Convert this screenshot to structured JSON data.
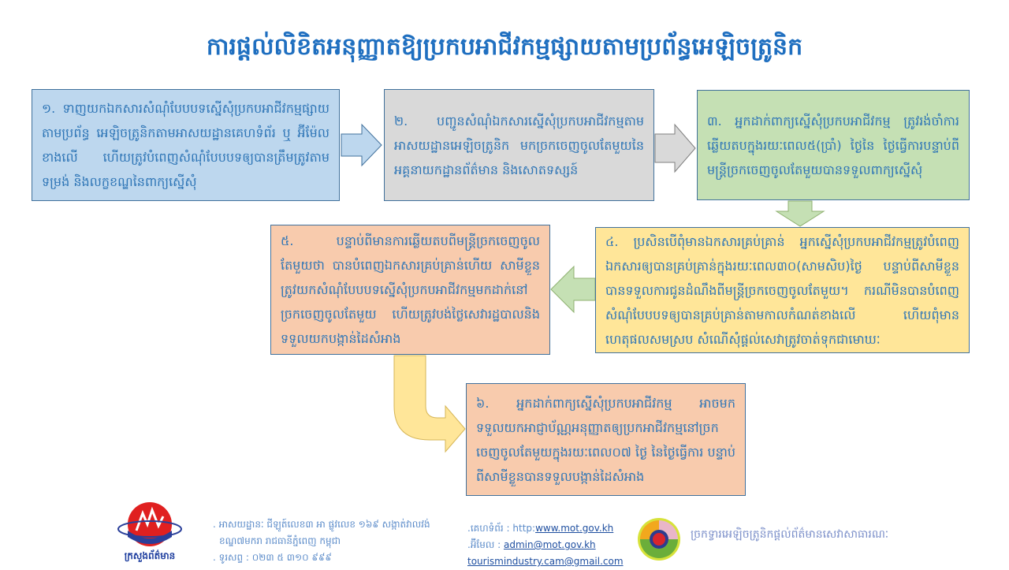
{
  "title": "ការផ្តល់លិខិតអនុញ្ញាតឱ្យប្រកបអាជីវកម្មផ្សាយតាមប្រព័ន្ធអេឡិចត្រូនិក",
  "steps": [
    {
      "text": "១.     ទាញយកឯកសារសំណុំបែបបទស្នើសុំប្រកបអាជីវកម្មផ្សាយតាមប្រព័ន្ធ អេឡិចត្រូនិកតាមអាសយដ្ឋានគេហទំព័រ ឬ អ៊ីម៉ែលខាងលើ   ហើយត្រូវបំពេញសំណុំបែបបទឲ្យបានត្រឹមត្រូវតាមទម្រង់ និងលក្ខខណ្ឌនៃពាក្យស្នើសុំ",
      "color": "#bdd7ee"
    },
    {
      "text": "២.     បញ្ជូនសំណុំឯកសារស្នើសុំប្រកបអាជីវកម្មតាមអាសយដ្ឋានអេឡិចត្រូនិក   មកច្រកចេញចូលតែមួយនៃអគ្គនាយកដ្ឋានព័ត៌មាន និងសោតទស្សន៍",
      "color": "#d9d9d9"
    },
    {
      "text": "៣.  អ្នកដាក់ពាក្យស្នើសុំប្រកបអាជីវកម្ម ត្រូវរង់ចាំការឆ្លើយតបក្នុងរយៈពេល៥(ប្រាំ) ថ្ងៃនៃ ថ្ងៃធ្វើការបន្ទាប់ពីមន្ត្រីច្រកចេញចូលតែមួយបានទទួលពាក្យស្នើសុំ",
      "color": "#c5e0b4"
    },
    {
      "text": "៤.  ប្រសិនបើពុំមានឯកសារគ្រប់គ្រាន់ អ្នកស្នើសុំប្រកបអាជីវកម្មត្រូវបំពេញឯកសារឲ្យបានគ្រប់គ្រាន់ក្នុងរយៈពេល៣០(សាមសិប)ថ្ងៃ   បន្ទាប់ពីសាមីខ្លួនបានទទួលការជូនដំណឹងពីមន្ត្រីច្រកចេញចូលតែមួយ។  ករណីមិនបានបំពេញសំណុំបែបបទឲ្យបានគ្រប់គ្រាន់តាមកាលកំណត់ខាងលើ   ហើយពុំមានហេតុផលសមស្រប សំណើសុំផ្តល់សេវាត្រូវចាត់ទុកជាមោឃៈ",
      "color": "#ffe699"
    },
    {
      "text": "៥.     បន្ទាប់ពីមានការឆ្លើយតបពីមន្ត្រីច្រកចេញចូលតែមួយថា  បានបំពេញឯកសារគ្រប់គ្រាន់ហើយ សាមីខ្លួនត្រូវយកសំណុំបែបបទស្នើសុំប្រកបអាជីវកម្មមកដាក់នៅច្រកចេញចូលតែមួយ  ហើយត្រូវបង់ថ្លៃសេវារដ្ឋបាលនិងទទួលយកបង្កាន់ដៃសំអាង",
      "color": "#f8cbad"
    },
    {
      "text": "៦.  អ្នកដាក់ពាក្យស្នើសុំប្រកបអាជីវកម្ម អាចមកទទួលយកអាជ្ញាប័ណ្ណអនុញ្ញាតឲ្យប្រកអាជីវកម្មនៅច្រកចេញចូលតែមួយក្នុងរយៈពេល០៧ ថ្ងៃ នៃថ្ងៃធ្វើការ  បន្ទាប់ពីសាមីខ្លួនបានទទួលបង្កាន់ដៃសំអាង",
      "color": "#f8cbad"
    }
  ],
  "footer": {
    "logo_text": "ក្រសួងព័ត៌មាន",
    "address_line1": ". អាសយដ្ឋានៈ ជីឡូត៍លេខ៣ អា ផ្លូវលេខ ១៦៩ សង្កាត់វាលវង់",
    "address_line2": "ខណ្ឌ៧មករា រាជធានីភ្នំពេញ កម្ពុជា",
    "phone": ". ទូរសព្ទ : ០២៣ ៥ ៣១០ ៩៩៩",
    "website_label": ".គេហទំព័រ : http:",
    "website": "www.mot.gov.kh",
    "email_label": ".អ៊ីមែល :  ",
    "email": "admin@mot.gov.kh",
    "email2": "tourismindustry.cam@gmail.com",
    "portal_text": "ច្រកទ្វារអេឡិចត្រូនិកផ្តល់ព័ត៌មានសេវាសាធារណៈ"
  }
}
